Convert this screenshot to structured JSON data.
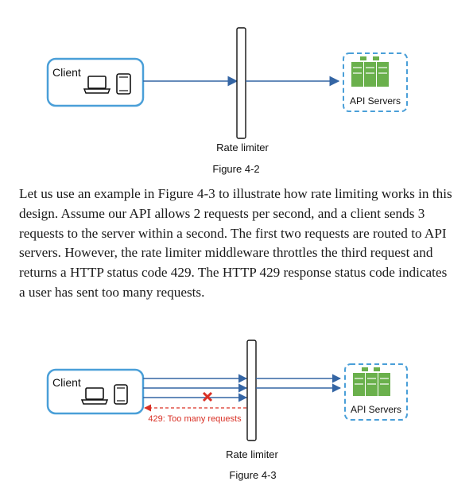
{
  "figure_top": {
    "client_label": "Client",
    "rate_limiter_label": "Rate limiter",
    "api_servers_label": "API Servers",
    "caption": "Figure 4-2"
  },
  "paragraph": "Let us use an example in Figure 4-3 to illustrate how rate limiting works in this design. Assume our API allows 2 requests per second, and a client sends 3 requests to the server within a second. The first two requests are routed to API servers. However, the rate limiter middleware throttles the third request and returns a HTTP status code 429. The HTTP 429 response status code indicates a user has sent too many requests.",
  "figure_bottom": {
    "client_label": "Client",
    "rate_limiter_label": "Rate limiter",
    "api_servers_label": "API Servers",
    "error_label": "429: Too many requests",
    "caption": "Figure 4-3"
  },
  "colors": {
    "client_box_border": "#4a9fd8",
    "arrow": "#3465a4",
    "server_green": "#6ab04c",
    "error_red": "#d93025"
  },
  "icons": [
    "laptop-icon",
    "phone-icon",
    "server-rack-icon",
    "red-x-icon"
  ]
}
